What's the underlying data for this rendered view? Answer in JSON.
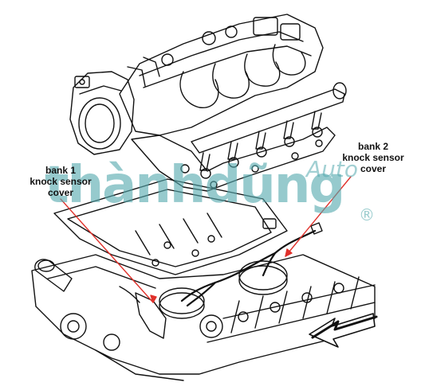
{
  "labels": {
    "bank1": [
      "bank 1",
      "knock sensor",
      "cover"
    ],
    "bank2": [
      "bank 2",
      "knock sensor",
      "cover"
    ]
  },
  "watermark": {
    "brand": "thànhdũng",
    "suffix": "Auto",
    "reg": "®"
  },
  "colors": {
    "leader_line": "#e0312b",
    "watermark": "#56aaae",
    "linework": "#111111"
  }
}
